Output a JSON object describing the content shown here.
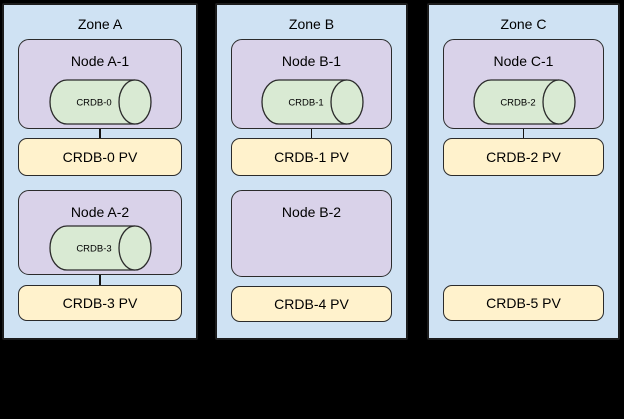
{
  "diagram": {
    "description": "Three availability zones with Kubernetes nodes hosting CockroachDB pods and persistent volumes",
    "colors": {
      "background": "#000000",
      "zone_fill": "#cfe2f3",
      "node_fill": "#d9d2e9",
      "pod_fill": "#d9ead3",
      "pv_fill": "#fff2cc",
      "border": "#2b2b2b"
    }
  },
  "zones": [
    {
      "label": "Zone A",
      "nodes": [
        {
          "label": "Node A-1",
          "pod": "CRDB-0",
          "pv": "CRDB-0 PV",
          "connected": true
        },
        {
          "label": "Node A-2",
          "pod": "CRDB-3",
          "pv": "CRDB-3 PV",
          "connected": true
        }
      ]
    },
    {
      "label": "Zone B",
      "nodes": [
        {
          "label": "Node B-1",
          "pod": "CRDB-1",
          "pv": "CRDB-1 PV",
          "connected": true
        },
        {
          "label": "Node B-2",
          "pod": null,
          "pv": "CRDB-4 PV",
          "connected": false
        }
      ]
    },
    {
      "label": "Zone C",
      "nodes": [
        {
          "label": "Node C-1",
          "pod": "CRDB-2",
          "pv": "CRDB-2 PV",
          "connected": true
        },
        {
          "label": null,
          "pod": null,
          "pv": "CRDB-5 PV",
          "connected": false
        }
      ]
    }
  ]
}
